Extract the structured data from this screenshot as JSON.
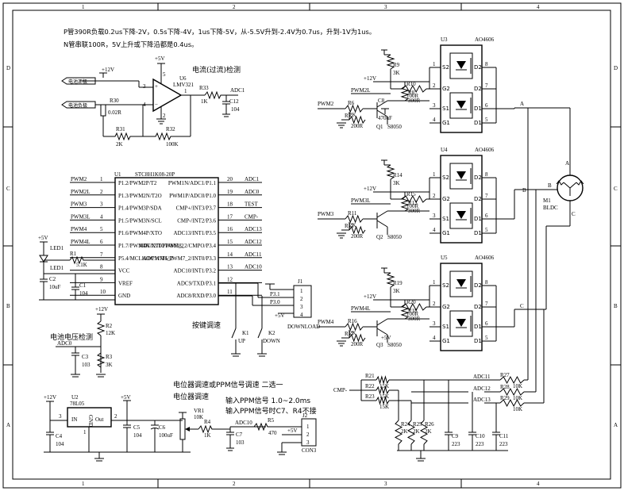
{
  "frame": {
    "cols": [
      "1",
      "2",
      "3",
      "4"
    ],
    "rows": [
      "D",
      "C",
      "B",
      "A"
    ]
  },
  "notes": {
    "line1": "P管390R负载0.2us下降-2V，0.5s下降-4V，1us下降-5V，从-5.5V升到-2.4V为0.7us，升到-1V为1us。",
    "line2": "N管串联100R，5V上升或下降沿都是0.4us。"
  },
  "current": {
    "title": "电流(过流)检测",
    "u_ref": "U6",
    "u_part": "LMV321",
    "vcc": "+5V",
    "v12": "+12V",
    "bat_pos": "电池正极",
    "bat_neg": "电池负极",
    "r30": "R30",
    "r30v": "0.02R",
    "r31": "R31",
    "r31v": "2K",
    "r32": "R32",
    "r32v": "100K",
    "r33": "R33",
    "r33v": "1K",
    "c12": "C12",
    "c12v": "104",
    "net": "ADC1",
    "p3": "3",
    "p4": "4",
    "p5": "5",
    "p1": "1",
    "p2": "2"
  },
  "mcu": {
    "ref": "U1",
    "part": "STC8H1K08-20P",
    "left": [
      {
        "net": "PWM2",
        "pin": "1",
        "name": "P1.2/PWM2P/T2"
      },
      {
        "net": "PWM2L",
        "pin": "2",
        "name": "P1.3/PWM2N/T2O"
      },
      {
        "net": "PWM3",
        "pin": "3",
        "name": "P1.4/PWM3P/SDA"
      },
      {
        "net": "PWM3L",
        "pin": "4",
        "name": "P1.5/PWM3N/SCL"
      },
      {
        "net": "PWM4",
        "pin": "5",
        "name": "P1.6/PWM4P/XTO"
      },
      {
        "net": "PWM4L",
        "pin": "6",
        "name": "P1.7/PWM4N/XTI/PWM5_2"
      },
      {
        "net": "",
        "pin": "7",
        "name": "P5.4/MCLKO/PWM6_2"
      },
      {
        "net": "",
        "pin": "8",
        "name": "VCC"
      },
      {
        "net": "",
        "pin": "9",
        "name": "VREF"
      },
      {
        "net": "",
        "pin": "10",
        "name": "GND"
      }
    ],
    "right": [
      {
        "net": "ADC1",
        "pin": "20",
        "name": "PWM1N/ADC1/P1.1"
      },
      {
        "net": "ADC0",
        "pin": "19",
        "name": "PWM1P/ADC0/P1.0"
      },
      {
        "net": "TEST",
        "pin": "18",
        "name": "CMP+/INT3/P3.7"
      },
      {
        "net": "CMP-",
        "pin": "17",
        "name": "CMP-/INT2/P3.6"
      },
      {
        "net": "ADC13",
        "pin": "16",
        "name": "ADC13/INT1/P3.5"
      },
      {
        "net": "ADC12",
        "pin": "15",
        "name": "ADC12/T0/PWM8_2/CMPO/P3.4"
      },
      {
        "net": "ADC11",
        "pin": "14",
        "name": "ADC11/T1/PWM7_2/INT0/P3.3"
      },
      {
        "net": "ADC10",
        "pin": "13",
        "name": "ADC10/INT1/P3.2"
      },
      {
        "net": "",
        "pin": "12",
        "name": "ADC9/TXD/P3.1"
      },
      {
        "net": "",
        "pin": "11",
        "name": "ADC8/RXD/P3.0"
      }
    ]
  },
  "power_led": {
    "vcc": "+5V",
    "led": "LED1",
    "led_ref": "LED1",
    "r1": "R1",
    "r1v": "5.1K",
    "c2": "C2",
    "c2v": "10uF",
    "c1": "C1",
    "c1v": "104"
  },
  "download": {
    "ref": "J1",
    "label": "DOWNLOAD",
    "p31": "P3.1",
    "p30": "P3.0",
    "vcc": "+5V",
    "pins": [
      "1",
      "2",
      "3",
      "4"
    ]
  },
  "keys": {
    "title": "按键调速",
    "k1": "K1",
    "k1l": "UP",
    "k2": "K2",
    "k2l": "DOWN"
  },
  "battery": {
    "title": "电池电压检测",
    "v12": "+12V",
    "r2": "R2",
    "r2v": "12K",
    "r3": "R3",
    "r3v": "3K",
    "c3": "C3",
    "c3v": "103",
    "net": "ADC0"
  },
  "pot": {
    "title1": "电位器调速或PPM信号调速 二选一",
    "title2": "电位器调速",
    "ppm1": "输入PPM信号 1.0~2.0ms",
    "ppm2": "输入PPM信号时C7、R4不接",
    "vr": "VR1",
    "vrv": "10K",
    "r4": "R4",
    "r4v": "1K",
    "c7": "C7",
    "c7v": "103",
    "net": "ADC10",
    "r5": "R5",
    "r5v": "470",
    "vcc": "+5V",
    "j2": "J2",
    "j2p": "CON3",
    "j2pins": [
      "1",
      "2",
      "3"
    ],
    "v5": "+5V",
    "c5": "C5",
    "c5v": "104",
    "c6": "C6",
    "c6v": "100uF"
  },
  "reg": {
    "ref": "U2",
    "part": "78L05",
    "in": "IN",
    "out": "Out",
    "gnd": "GND",
    "v12": "+12V",
    "c4": "C4",
    "c4v": "104",
    "p1": "1",
    "p2": "2",
    "p3": "3"
  },
  "bridges": [
    {
      "ref": "U3",
      "part": "AO4606",
      "pwml": "PWM2L",
      "pwm": "PWM2",
      "rg": "R9",
      "rgv": "3K",
      "rs": "R10",
      "rsv": "100R",
      "rb": "R6",
      "rbv": "2K",
      "re": "R7",
      "rev": "200R",
      "rc": "R8",
      "rcv": "300R",
      "q": "Q1",
      "qp": "S8050",
      "cap": "C8",
      "capv": "470uF",
      "v12": "+12V"
    },
    {
      "ref": "U4",
      "part": "AO4606",
      "pwml": "PWM3L",
      "pwm": "PWM3",
      "rg": "R14",
      "rgv": "3K",
      "rs": "R15",
      "rsv": "100R",
      "rb": "R11",
      "rbv": "2K",
      "re": "R12",
      "rev": "200R",
      "rc": "R13",
      "rcv": "300R",
      "q": "Q2",
      "qp": "S8050",
      "v12": "+12V"
    },
    {
      "ref": "U5",
      "part": "AO4606",
      "pwml": "PWM4L",
      "pwm": "PWM4",
      "rg": "R19",
      "rgv": "3K",
      "rs": "R20",
      "rsv": "100R",
      "rb": "R16",
      "rbv": "2K",
      "re": "R17",
      "rev": "200R",
      "rc": "R18",
      "rcv": "300R",
      "q": "Q3",
      "qp": "S8050",
      "v12": "+12V",
      "vcc": "+5V"
    }
  ],
  "motor": {
    "ref": "M1",
    "part": "BLDC",
    "a": "A",
    "b": "B",
    "c": "C"
  },
  "bemf": {
    "cmp": "CMP-",
    "r21": "R21",
    "r21v": "15K",
    "r22": "R22",
    "r22v": "15K",
    "r23": "R23",
    "r23v": "15K",
    "r27": "R27",
    "r27v": "10K",
    "r28": "R28",
    "r28v": "10K",
    "r29": "R29",
    "r29v": "10K",
    "r24": "R24",
    "r24v": "2K",
    "r25": "R25",
    "r25v": "2K",
    "r26": "R26",
    "r26v": "2K",
    "c9": "C9",
    "c9v": "223",
    "c10": "C10",
    "c10v": "223",
    "c11": "C11",
    "c11v": "223",
    "adc11": "ADC11",
    "adc12": "ADC12",
    "adc13": "ADC13"
  },
  "fet_pins": {
    "s2": "S2",
    "g2": "G2",
    "s1": "S1",
    "g1": "G1",
    "d2": "D2",
    "d1": "D1",
    "p": [
      "1",
      "2",
      "3",
      "4",
      "5",
      "6",
      "7",
      "8"
    ]
  }
}
